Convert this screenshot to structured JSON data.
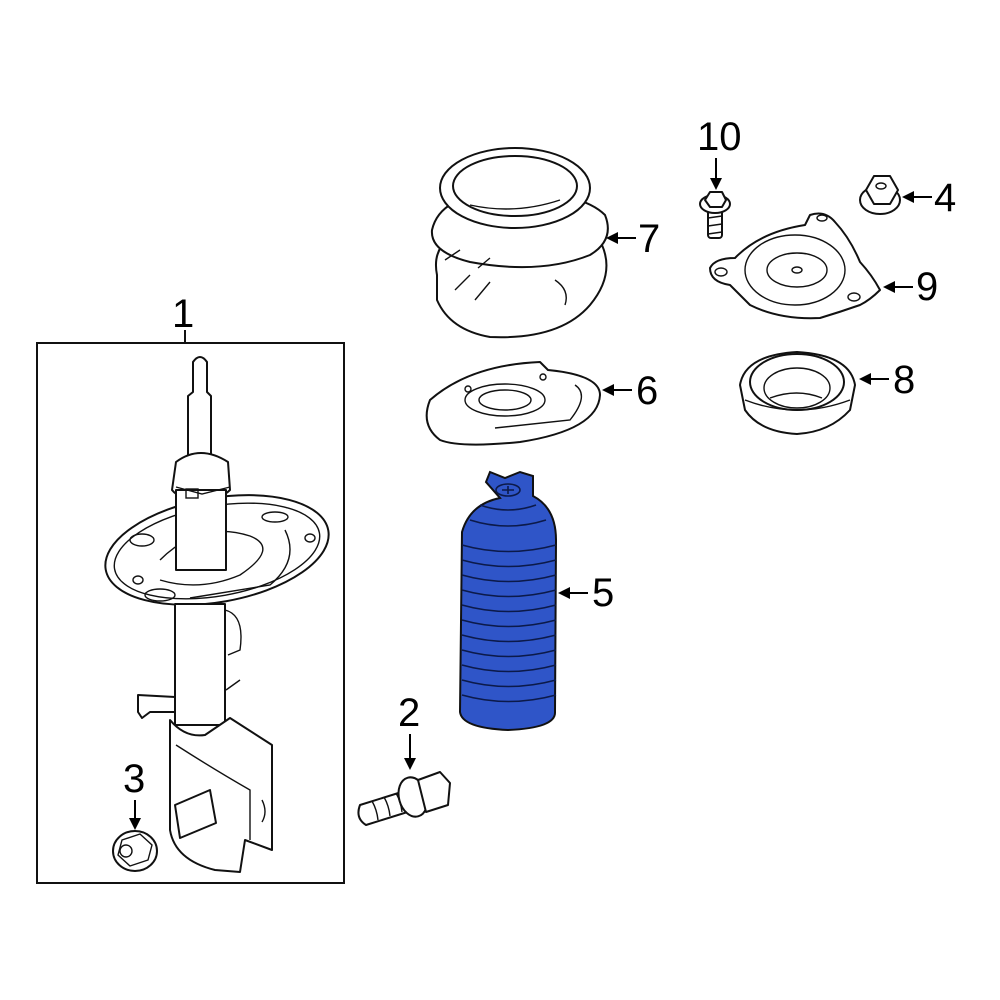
{
  "diagram": {
    "type": "exploded parts diagram",
    "highlight_color": "#2f55c8",
    "outline_color": "#111111",
    "background": "#ffffff",
    "group_box": {
      "label": "1",
      "contains": [
        "strut assembly",
        "3"
      ]
    },
    "callouts": [
      {
        "number": "1",
        "part": "strut-assembly"
      },
      {
        "number": "2",
        "part": "bolt"
      },
      {
        "number": "3",
        "part": "nut"
      },
      {
        "number": "4",
        "part": "nut"
      },
      {
        "number": "5",
        "part": "dust-boot",
        "highlighted": true
      },
      {
        "number": "6",
        "part": "spring-insulator"
      },
      {
        "number": "7",
        "part": "coil-spring"
      },
      {
        "number": "8",
        "part": "bearing"
      },
      {
        "number": "9",
        "part": "strut-mount"
      },
      {
        "number": "10",
        "part": "bolt"
      }
    ]
  },
  "labels": {
    "c1": "1",
    "c2": "2",
    "c3": "3",
    "c4": "4",
    "c5": "5",
    "c6": "6",
    "c7": "7",
    "c8": "8",
    "c9": "9",
    "c10": "10"
  }
}
